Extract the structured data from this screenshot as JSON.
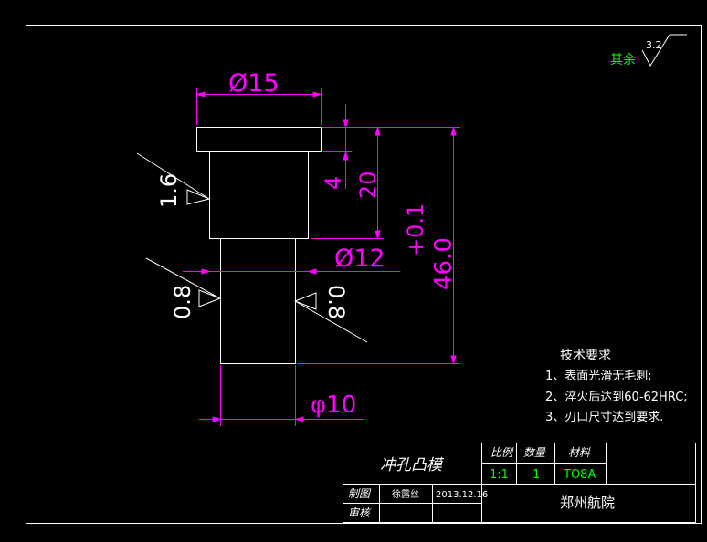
{
  "colors": {
    "background": "#000000",
    "outline": "#ffffff",
    "dimension": "#ff00ff",
    "roughness_note": "#00ff00",
    "table_value": "#00ff00"
  },
  "surface_note": {
    "label": "其余",
    "value": "3.2"
  },
  "dimensions": {
    "dia_head": "Ø15",
    "dia_mid": "Ø12",
    "dia_tip": "φ10",
    "head_height": "4",
    "shoulder_length": "20",
    "total_length": "46.0",
    "tolerance": "+0.1"
  },
  "roughness": {
    "upper": "1.6",
    "lower_left": "0.8",
    "lower_right": "0.8"
  },
  "tech_requirements": {
    "title": "技术要求",
    "items": [
      "1、表面光滑无毛刺;",
      "2、淬火后达到60-62HRC;",
      "3、刃口尺寸达到要求."
    ]
  },
  "title_block": {
    "part_name": "冲孔凸模",
    "scale_label": "比例",
    "qty_label": "数量",
    "material_label": "材料",
    "scale_value": "1:1",
    "qty_value": "1",
    "material_value": "TO8A",
    "drawn_label": "制图",
    "drawn_by": "徐露丝",
    "date": "2013.12.16",
    "check_label": "审核",
    "school": "郑州航院"
  }
}
